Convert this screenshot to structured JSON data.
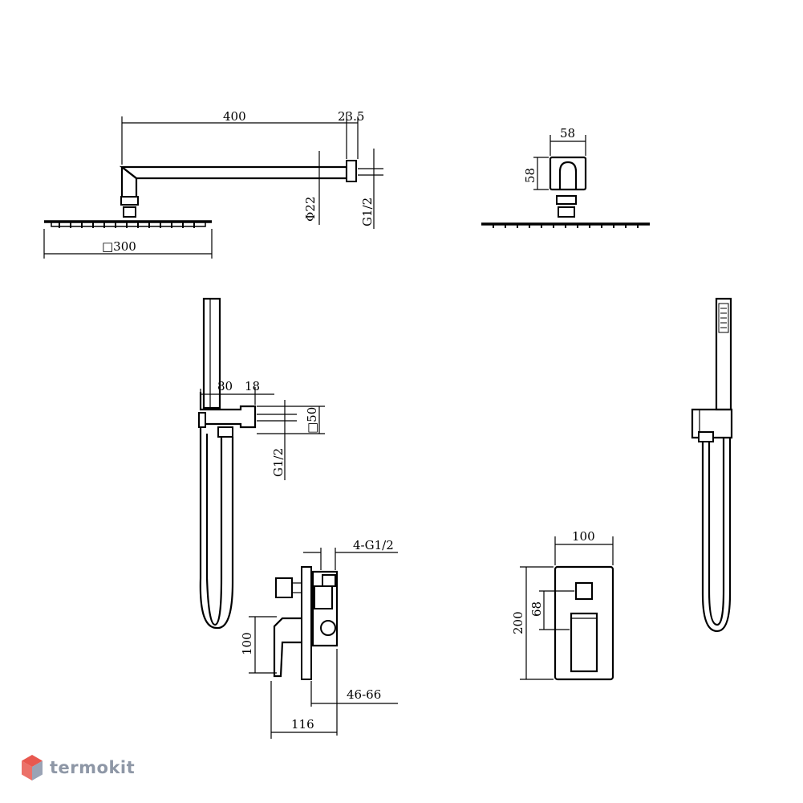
{
  "dimensions": {
    "arm_length": "400",
    "arm_offset": "23.5",
    "arm_diameter": "Φ22",
    "arm_thread": "G1/2",
    "head_size": "□300",
    "flange_width": "58",
    "flange_height": "58",
    "holder_width": "80",
    "holder_depth": "18",
    "holder_size": "□50",
    "holder_thread": "G1/2",
    "mixer_thread": "4-G1/2",
    "mixer_height": "100",
    "mixer_depth_range": "46-66",
    "mixer_depth": "116",
    "panel_width": "100",
    "panel_height": "200",
    "panel_offset": "68"
  },
  "watermark": {
    "text": "termokit",
    "logo_colors": [
      "#e8584f",
      "#9aa3b5"
    ]
  }
}
